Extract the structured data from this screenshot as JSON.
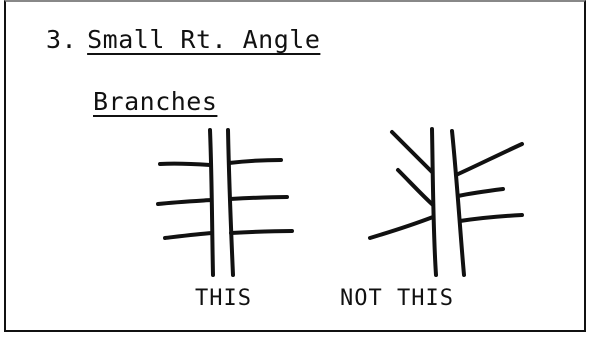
{
  "heading": {
    "number": "3.",
    "title": "Small Rt. Angle"
  },
  "subheading": "Branches",
  "examples": {
    "good_caption": "THIS",
    "bad_caption": "NOT THIS"
  },
  "colors": {
    "ink": "#111111",
    "background": "#ffffff"
  }
}
